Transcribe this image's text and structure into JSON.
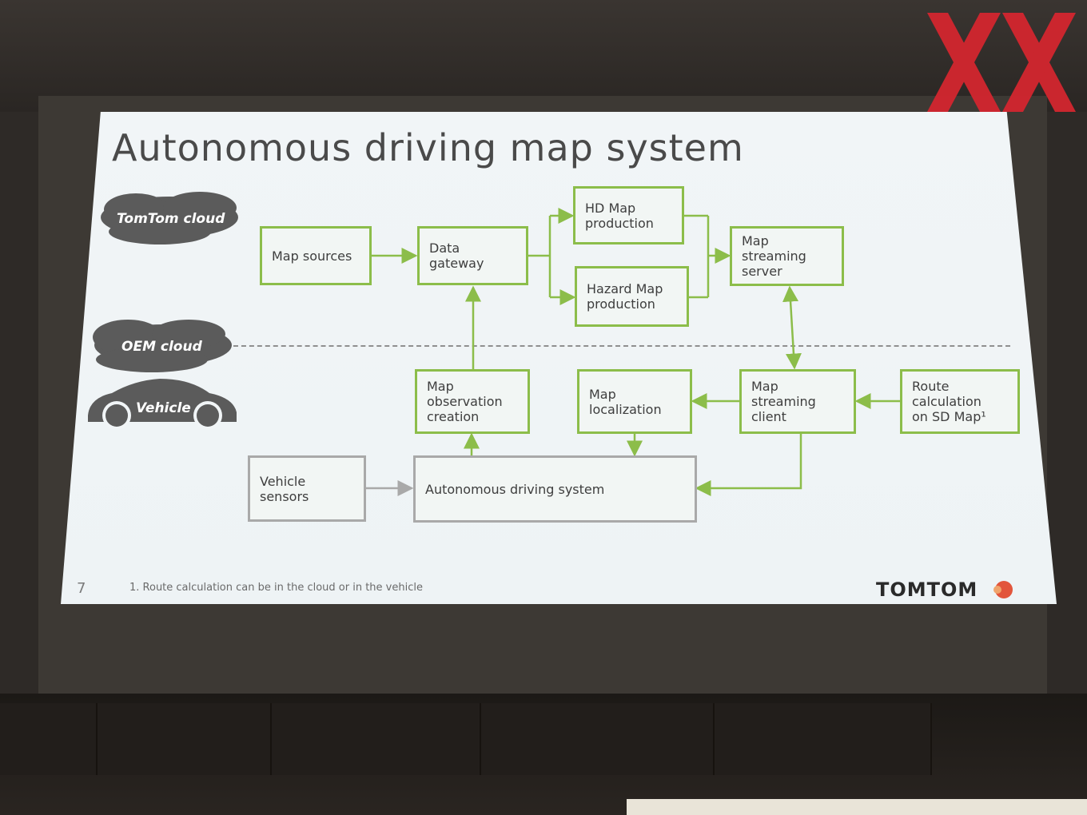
{
  "title": "Autonomous driving map system",
  "zones": {
    "tomtom_cloud": "TomTom cloud",
    "oem_cloud": "OEM cloud",
    "vehicle": "Vehicle"
  },
  "boxes": {
    "map_sources": "Map sources",
    "data_gateway": "Data\ngateway",
    "hd_map_production": "HD Map\nproduction",
    "hazard_map_production": "Hazard Map\nproduction",
    "map_streaming_server": "Map\nstreaming\nserver",
    "map_observation_creation": "Map\nobservation\ncreation",
    "map_localization": "Map\nlocalization",
    "map_streaming_client": "Map\nstreaming\nclient",
    "route_calculation": "Route\ncalculation\non SD Map¹",
    "vehicle_sensors": "Vehicle\nsensors",
    "autonomous_driving_system": "Autonomous driving system"
  },
  "footnote": "1. Route calculation can be in the cloud or in the vehicle",
  "page_number": "7",
  "brand": "TOMTOM",
  "colors": {
    "accent_green": "#8cbd4a",
    "gray_border": "#a9a9a9",
    "cloud_gray": "#5b5b5b",
    "watermark_red": "#d3262f"
  },
  "icons": [
    "cloud-icon",
    "car-icon",
    "tomtom-logo-icon",
    "watermark-logo-icon"
  ]
}
